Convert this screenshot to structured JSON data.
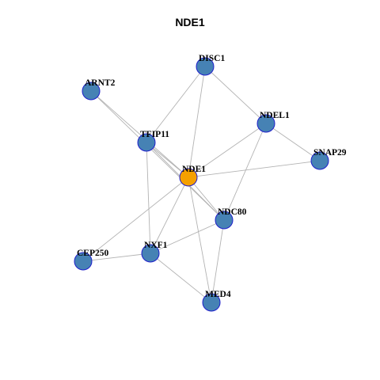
{
  "title": "NDE1",
  "colors": {
    "center_fill": "#f5a000",
    "node_fill": "#4682b4",
    "node_border": "#1f1fcc",
    "edge": "#b3b3b3"
  },
  "nodes": [
    {
      "id": "NDE1",
      "label": "NDE1",
      "center": true
    },
    {
      "id": "DISC1",
      "label": "DISC1"
    },
    {
      "id": "ARNT2",
      "label": "ARNT2"
    },
    {
      "id": "TFIP11",
      "label": "TFIP11"
    },
    {
      "id": "NDEL1",
      "label": "NDEL1"
    },
    {
      "id": "SNAP29",
      "label": "SNAP29"
    },
    {
      "id": "NDC80",
      "label": "NDC80"
    },
    {
      "id": "NXF1",
      "label": "NXF1"
    },
    {
      "id": "CEP250",
      "label": "CEP250"
    },
    {
      "id": "MED4",
      "label": "MED4"
    }
  ],
  "edges": [
    [
      "DISC1",
      "TFIP11"
    ],
    [
      "DISC1",
      "NDE1"
    ],
    [
      "DISC1",
      "NDEL1"
    ],
    [
      "ARNT2",
      "NDE1"
    ],
    [
      "ARNT2",
      "NDC80"
    ],
    [
      "TFIP11",
      "NDE1"
    ],
    [
      "TFIP11",
      "NDC80"
    ],
    [
      "TFIP11",
      "NXF1"
    ],
    [
      "NDEL1",
      "NDE1"
    ],
    [
      "NDEL1",
      "SNAP29"
    ],
    [
      "NDEL1",
      "NDC80"
    ],
    [
      "NDE1",
      "SNAP29"
    ],
    [
      "NDE1",
      "NDC80"
    ],
    [
      "NDE1",
      "NXF1"
    ],
    [
      "NDE1",
      "CEP250"
    ],
    [
      "NDE1",
      "MED4"
    ],
    [
      "NDC80",
      "NXF1"
    ],
    [
      "NDC80",
      "MED4"
    ],
    [
      "NXF1",
      "CEP250"
    ],
    [
      "NXF1",
      "MED4"
    ]
  ]
}
